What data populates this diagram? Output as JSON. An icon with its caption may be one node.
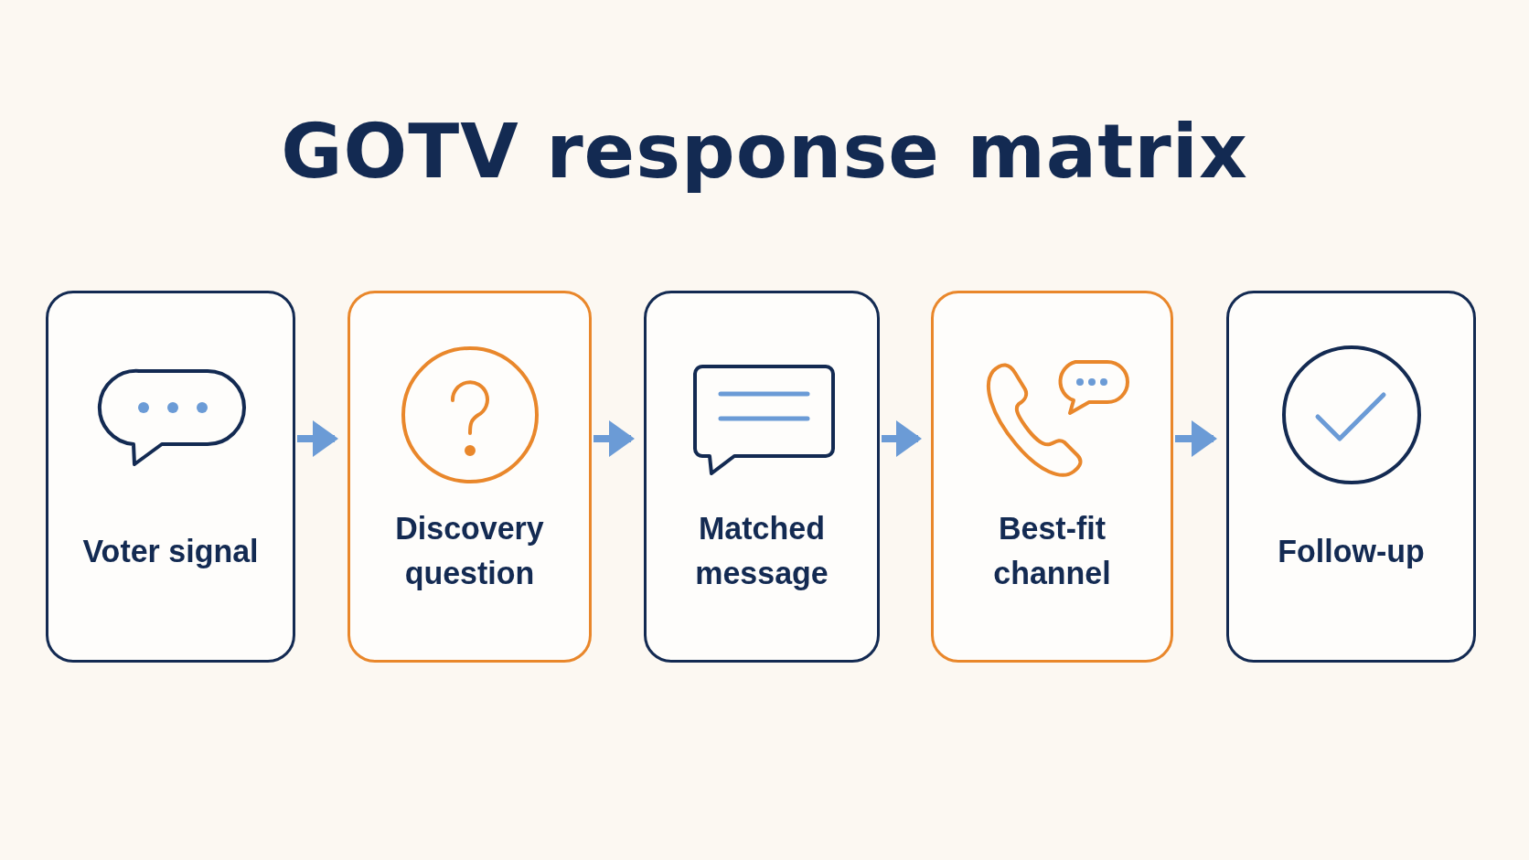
{
  "diagram": {
    "title": "GOTV response matrix",
    "nodes": [
      {
        "text": [
          "Voter signal"
        ]
      },
      {
        "text": [
          "Discovery question"
        ]
      },
      {
        "text": [
          "Matched message"
        ]
      },
      {
        "text": [
          "Best-fit channel"
        ]
      },
      {
        "text": [
          "Follow-up"
        ]
      }
    ],
    "edges": [
      {
        "from": 0,
        "to": 1,
        "arrow": "to"
      },
      {
        "from": 1,
        "to": 2,
        "arrow": "to"
      },
      {
        "from": 2,
        "to": 3,
        "arrow": "to"
      },
      {
        "from": 3,
        "to": 4,
        "arrow": "to"
      }
    ]
  }
}
